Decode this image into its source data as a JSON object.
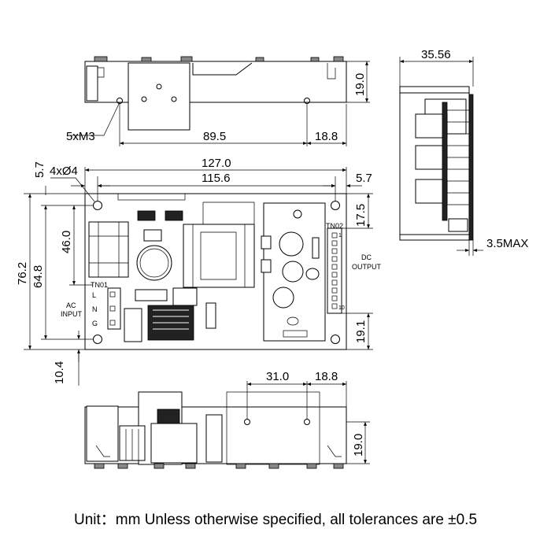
{
  "top_view": {
    "screw_callout": "5xM3",
    "dim_width": "89.5",
    "dim_offset": "18.8",
    "dim_height": "19.0"
  },
  "side_view": {
    "dim_depth": "35.56",
    "dim_pin": "3.5MAX"
  },
  "main_view": {
    "hole_callout": "4xØ4",
    "dim_left_offset": "5.7",
    "dim_length": "127.0",
    "dim_hole_spacing": "115.6",
    "dim_right_offset": "5.7",
    "dim_height_total": "76.2",
    "dim_height_holes": "64.8",
    "dim_left_hole": "46.0",
    "dim_right_top": "17.5",
    "dim_right_bottom": "19.1",
    "dim_bottom_offset": "10.4",
    "tn01": "TN01",
    "tn02": "TN02",
    "ac_input_line1": "AC",
    "ac_input_line2": "INPUT",
    "pin_l": "L",
    "pin_n": "N",
    "pin_g": "G",
    "dc_output_line1": "DC",
    "dc_output_line2": "OUTPUT",
    "pin_1": "1",
    "pin_10": "10"
  },
  "bottom_view": {
    "dim_a": "31.0",
    "dim_b": "18.8",
    "dim_height": "19.0"
  },
  "footer": "Unit：mm Unless otherwise specified, all tolerances are ±0.5"
}
